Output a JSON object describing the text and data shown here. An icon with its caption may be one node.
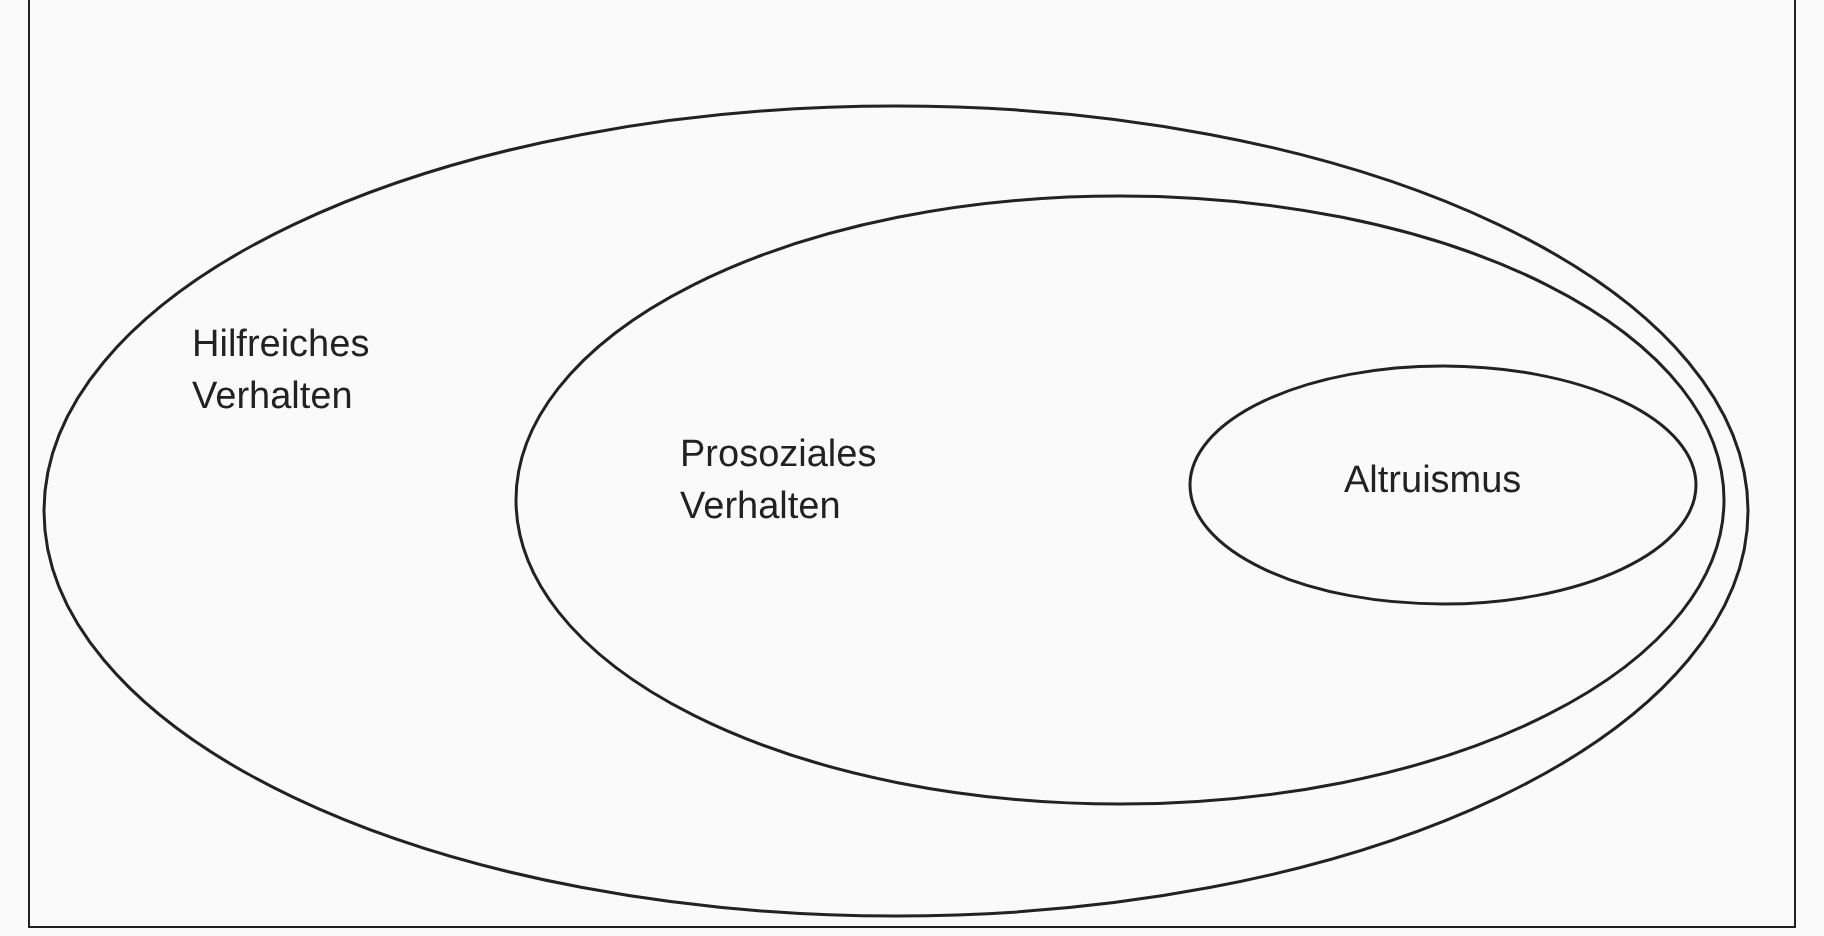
{
  "diagram": {
    "nodes": [
      {
        "text": [
          "Hilfreiches Verhalten"
        ]
      },
      {
        "text": [
          "Prosoziales Verhalten"
        ],
        "in": 0
      },
      {
        "text": [
          "Altruismus"
        ],
        "in": 1
      }
    ],
    "edges": []
  }
}
